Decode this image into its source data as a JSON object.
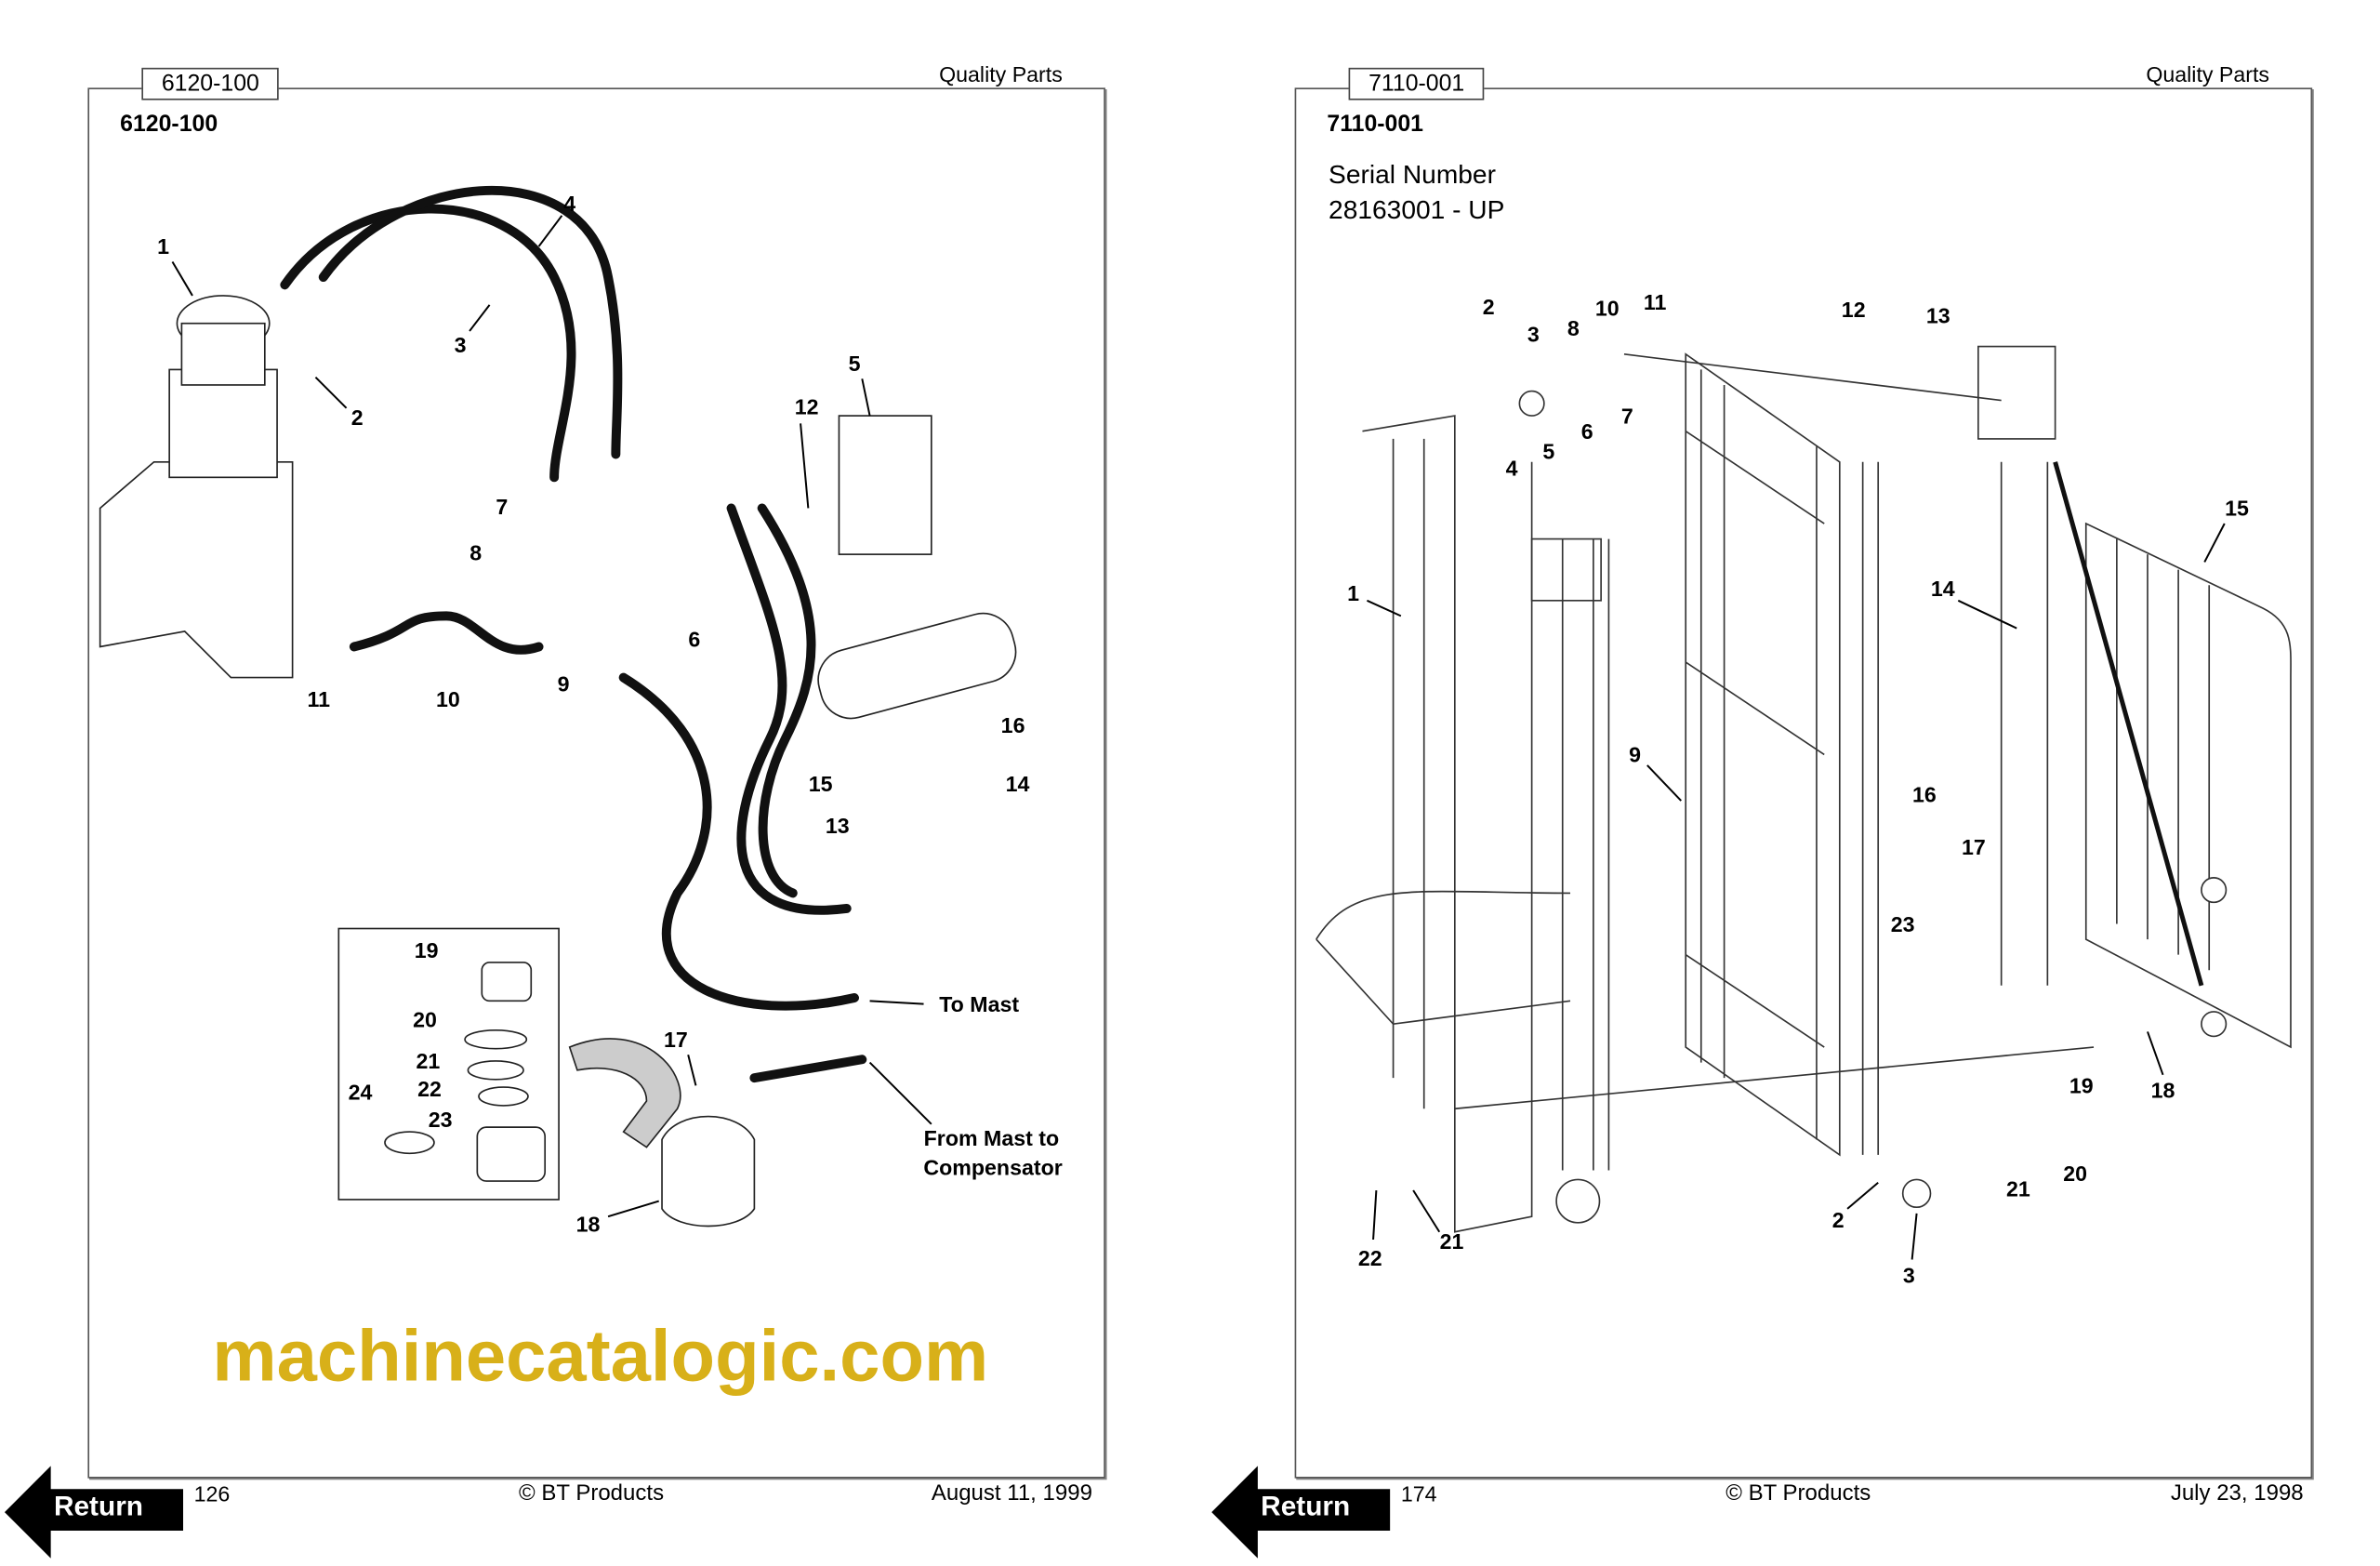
{
  "left_page": {
    "tab_code": "6120-100",
    "header_right": "Quality Parts",
    "section_code": "6120-100",
    "callouts": [
      "1",
      "4",
      "3",
      "2",
      "5",
      "12",
      "7",
      "8",
      "6",
      "9",
      "11",
      "10",
      "16",
      "15",
      "14",
      "13",
      "19",
      "20",
      "21",
      "22",
      "24",
      "23",
      "17",
      "18"
    ],
    "to_mast": "To Mast",
    "from_mast_1": "From Mast to",
    "from_mast_2": "Compensator",
    "page_number": "126",
    "copyright": "© BT Products",
    "date": "August 11, 1999",
    "return_label": "Return"
  },
  "right_page": {
    "tab_code": "7110-001",
    "header_right": "Quality Parts",
    "section_code": "7110-001",
    "serial_label": "Serial Number",
    "serial_range": "28163001 - UP",
    "callouts": [
      "2",
      "3",
      "8",
      "10",
      "11",
      "12",
      "13",
      "6",
      "7",
      "5",
      "4",
      "1",
      "15",
      "14",
      "9",
      "16",
      "17",
      "23",
      "18",
      "19",
      "20",
      "21",
      "2",
      "3",
      "22",
      "21"
    ],
    "page_number": "174",
    "copyright": "© BT Products",
    "date": "July 23, 1998",
    "return_label": "Return"
  },
  "watermark": "machinecatalogic.com"
}
